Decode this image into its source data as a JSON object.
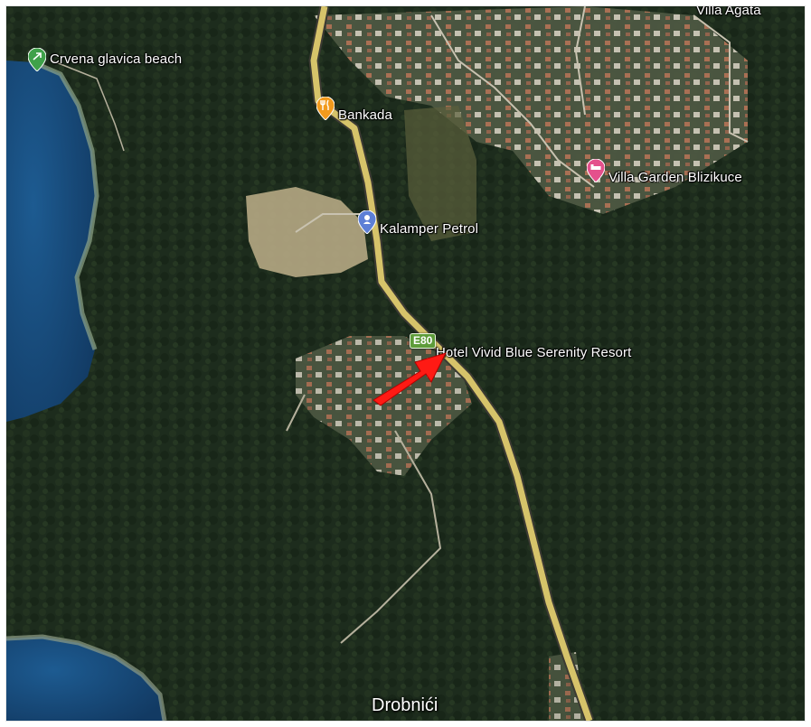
{
  "map": {
    "colors": {
      "water": "#1b4a7a",
      "forest": "#1f2c1c",
      "road": "#d6c36a",
      "accent_arrow": "#ff1a14",
      "shield": "#5e9c3a"
    }
  },
  "pois": [
    {
      "id": "beach",
      "label": "Crvena glavica beach",
      "icon": "beach-pin-icon",
      "color": "#3fa14a"
    },
    {
      "id": "bankada",
      "label": "Bankada",
      "icon": "restaurant-pin-icon",
      "color": "#f29a1d"
    },
    {
      "id": "villa-garden",
      "label": "Villa Garden Blizikuce",
      "icon": "hotel-pin-icon",
      "color": "#e4508c"
    },
    {
      "id": "kalamper",
      "label": "Kalamper Petrol",
      "icon": "gas-station-pin-icon",
      "color": "#5d7fd6"
    },
    {
      "id": "hotel-vivid",
      "label": "Hotel Vivid Blue Serenity Resort",
      "icon": "",
      "color": ""
    },
    {
      "id": "villa-agata",
      "label": "Villa Agata",
      "icon": "",
      "color": ""
    }
  ],
  "road_shield": {
    "label": "E80"
  },
  "town": {
    "label": "Drobnići"
  },
  "annotation": {
    "icon": "red-arrow-icon"
  }
}
